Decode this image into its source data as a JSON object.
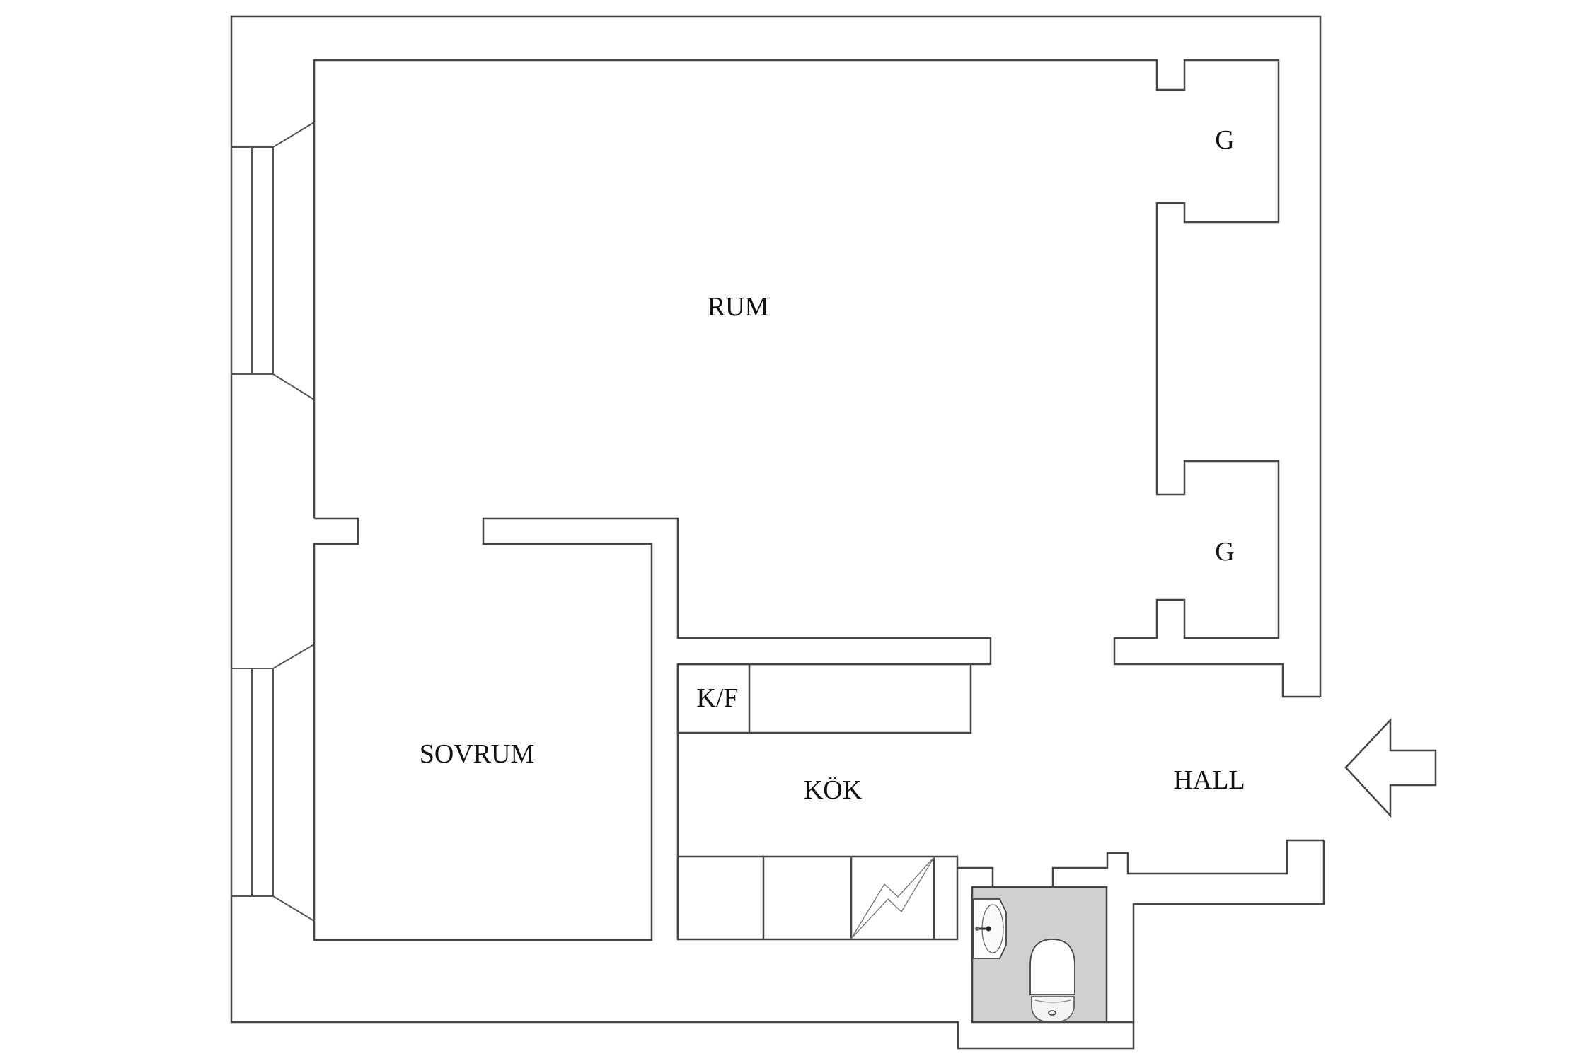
{
  "floorplan": {
    "colors": {
      "wall": "#444444",
      "background": "#ffffff",
      "bathroom_floor": "#d0d0d0",
      "text": "#111111"
    },
    "rooms": [
      {
        "id": "rum",
        "label": "RUM"
      },
      {
        "id": "sovrum",
        "label": "SOVRUM"
      },
      {
        "id": "kok",
        "label": "KÖK"
      },
      {
        "id": "hall",
        "label": "HALL"
      }
    ],
    "closets": [
      {
        "id": "g1",
        "label": "G"
      },
      {
        "id": "g2",
        "label": "G"
      }
    ],
    "appliances": {
      "fridge_freezer": {
        "label": "K/F"
      }
    },
    "entrance": {
      "icon": "entrance-arrow-icon",
      "direction": "left"
    }
  }
}
